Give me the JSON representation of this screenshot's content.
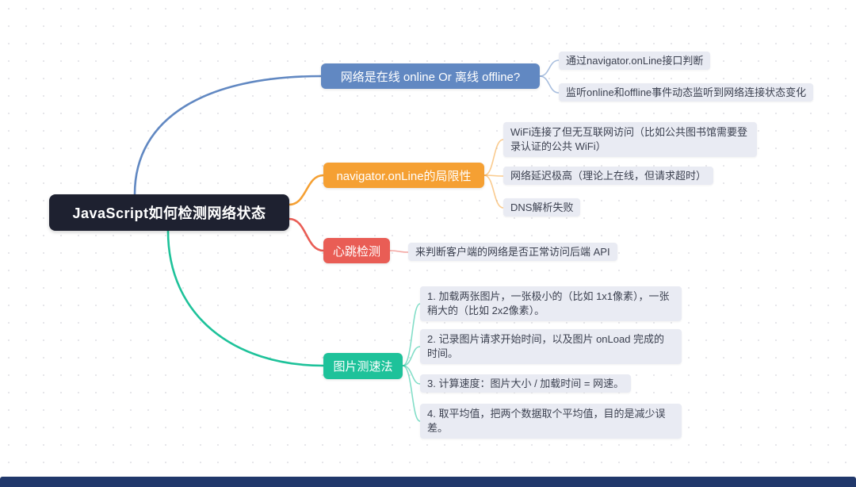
{
  "theme": {
    "child_bg": "#e9ebf3",
    "root_bg": "#1e2130",
    "bottom_bar": "#21386b",
    "background": "#ffffff"
  },
  "mindmap": {
    "root": {
      "label": "JavaScript如何检测网络状态",
      "color": "#1e2130"
    },
    "branches": [
      {
        "label": "网络是在线 online Or 离线 offline?",
        "color": "#6188c2",
        "children": [
          {
            "label": "通过navigator.onLine接口判断"
          },
          {
            "label": "监听online和offline事件动态监听到网络连接状态变化"
          }
        ]
      },
      {
        "label": "navigator.onLine的局限性",
        "color": "#f5a033",
        "children": [
          {
            "label": "WiFi连接了但无互联网访问（比如公共图书馆需要登录认证的公共 WiFi）"
          },
          {
            "label": "网络延迟极高（理论上在线，但请求超时）"
          },
          {
            "label": "DNS解析失败"
          }
        ]
      },
      {
        "label": "心跳检测",
        "color": "#e95d55",
        "children": [
          {
            "label": "来判断客户端的网络是否正常访问后端 API"
          }
        ]
      },
      {
        "label": "图片测速法",
        "color": "#1ec29a",
        "children": [
          {
            "label": "1. 加载两张图片，一张极小的（比如 1x1像素），一张稍大的（比如 2x2像素）。"
          },
          {
            "label": "2. 记录图片请求开始时间，以及图片 onLoad 完成的时间。"
          },
          {
            "label": "3. 计算速度：图片大小 / 加载时间 = 网速。"
          },
          {
            "label": "4. 取平均值，把两个数据取个平均值，目的是减少误差。"
          }
        ]
      }
    ]
  }
}
